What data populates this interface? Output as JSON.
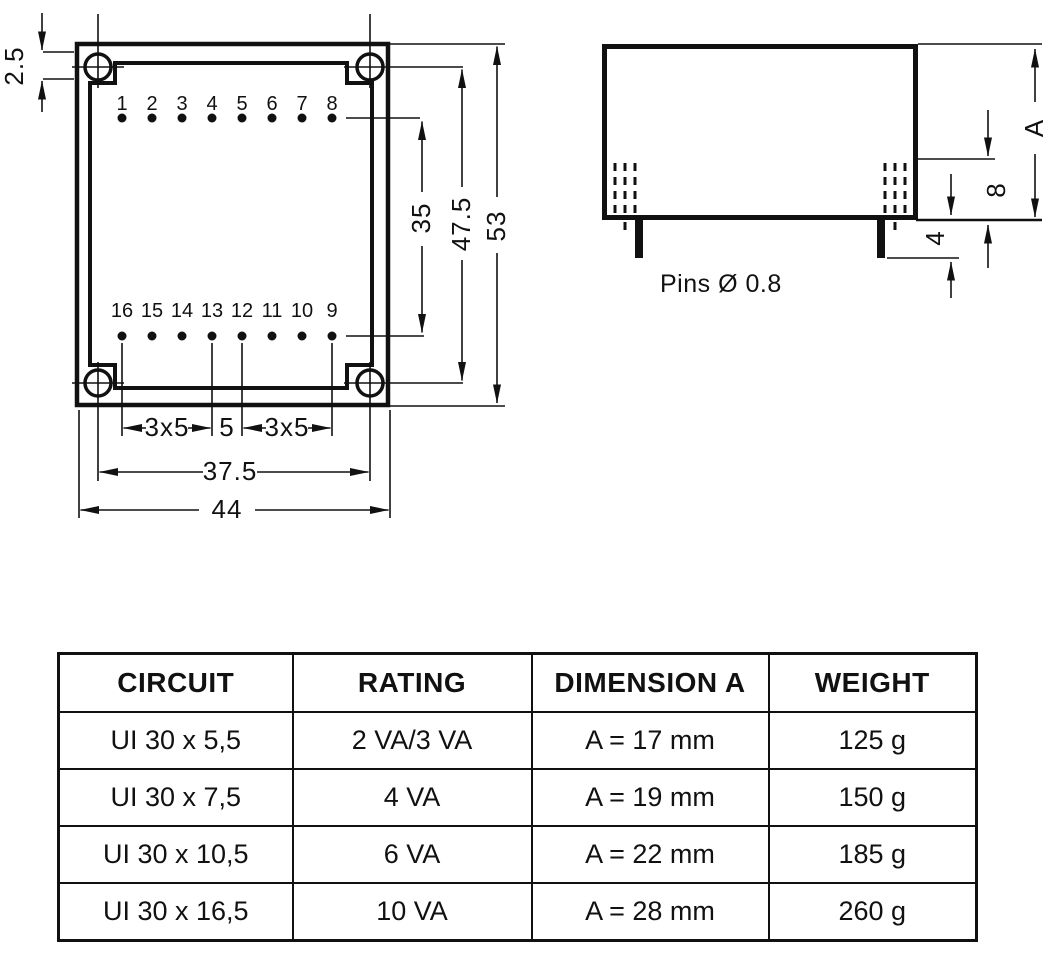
{
  "colors": {
    "ink": "#111111",
    "background": "#ffffff"
  },
  "left_view": {
    "pin_numbers_top": [
      "1",
      "2",
      "3",
      "4",
      "5",
      "6",
      "7",
      "8"
    ],
    "pin_numbers_bottom": [
      "16",
      "15",
      "14",
      "13",
      "12",
      "11",
      "10",
      "9"
    ],
    "dim_hole_edge_offset": "2.5",
    "dim_pin_row_spacing": "35",
    "dim_hole_spacing_vertical": "47.5",
    "dim_overall_height": "53",
    "dim_pin_pitch_left": "3x5",
    "dim_pin_pitch_center": "5",
    "dim_pin_pitch_right": "3x5",
    "dim_hole_spacing_horizontal": "37.5",
    "dim_overall_width": "44"
  },
  "right_view": {
    "dim_height_a": "A",
    "dim_pin_seat_height": "8",
    "dim_pin_length": "4",
    "pins_note": "Pins Ø 0.8"
  },
  "spec_table": {
    "headers": [
      "CIRCUIT",
      "RATING",
      "DIMENSION A",
      "WEIGHT"
    ],
    "rows": [
      [
        "UI 30 x 5,5",
        "2 VA/3 VA",
        "A = 17 mm",
        "125 g"
      ],
      [
        "UI 30 x 7,5",
        "4 VA",
        "A = 19 mm",
        "150 g"
      ],
      [
        "UI 30 x 10,5",
        "6 VA",
        "A = 22 mm",
        "185 g"
      ],
      [
        "UI 30 x 16,5",
        "10 VA",
        "A = 28 mm",
        "260 g"
      ]
    ]
  }
}
